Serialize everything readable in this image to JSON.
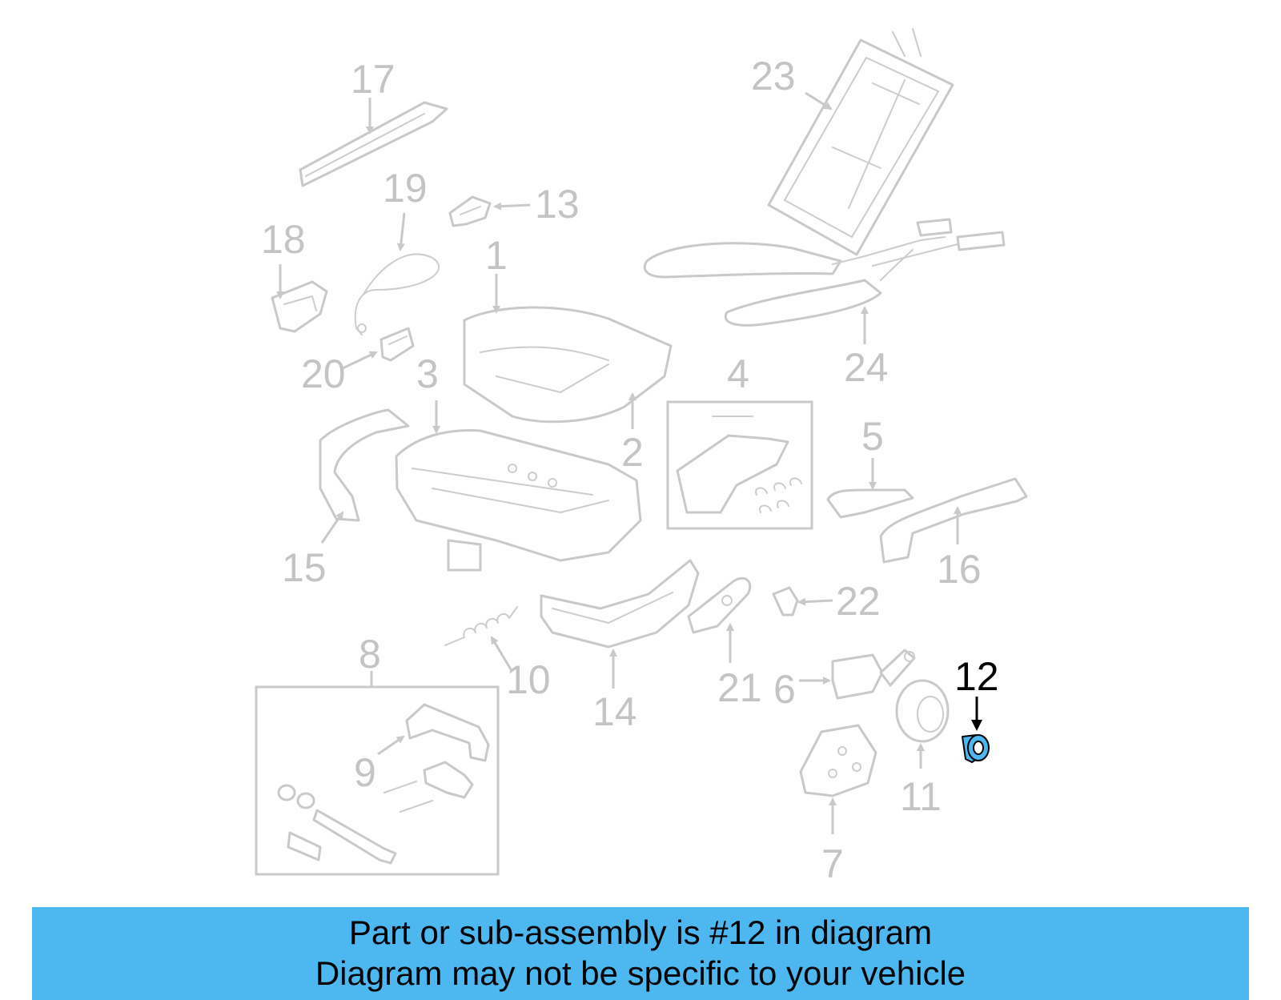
{
  "diagram": {
    "highlight_color": "#4db8f0",
    "callouts": {
      "c1": "1",
      "c2": "2",
      "c3": "3",
      "c4": "4",
      "c5": "5",
      "c6": "6",
      "c7": "7",
      "c8": "8",
      "c9": "9",
      "c10": "10",
      "c11": "11",
      "c12": "12",
      "c13": "13",
      "c14": "14",
      "c15": "15",
      "c16": "16",
      "c17": "17",
      "c18": "18",
      "c19": "19",
      "c20": "20",
      "c21": "21",
      "c22": "22",
      "c23": "23",
      "c24": "24"
    },
    "highlighted_part": "12"
  },
  "banner": {
    "background": "#4db8f0",
    "line1": "Part or sub-assembly is #12 in diagram",
    "line2": "Diagram may not be specific to your vehicle"
  }
}
